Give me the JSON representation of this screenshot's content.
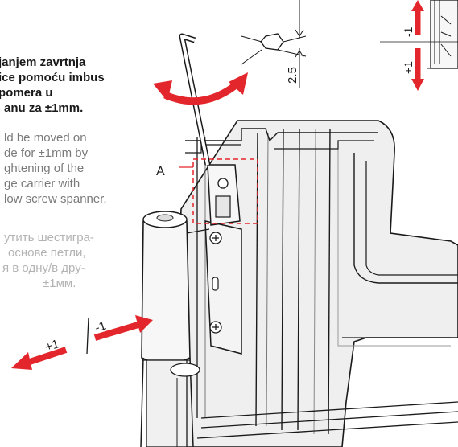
{
  "text_blocks": {
    "serbian": [
      "janjem zavrtnja",
      "ice pomoću imbus",
      "pomera u",
      "anu za ±1mm."
    ],
    "english": [
      "ld be moved on",
      "de for ±1mm by",
      "ghtening of the",
      "ge carrier with",
      "low screw spanner."
    ],
    "russian": [
      "утить шестигра-",
      "основе петли,",
      "я в одну/в дру-",
      "±1мм."
    ]
  },
  "labels": {
    "detail_a": "A",
    "dimension": "2.5",
    "plus_one": "+1",
    "minus_one": "-1",
    "top_plus_one": "+1",
    "top_minus_one": "-1"
  },
  "colors": {
    "arrow_red": "#e3262b",
    "dash_red": "#e3262b",
    "line": "#1a1a1a",
    "frame_fill": "#ececec",
    "frame_shadow": "#d2d2d2"
  }
}
